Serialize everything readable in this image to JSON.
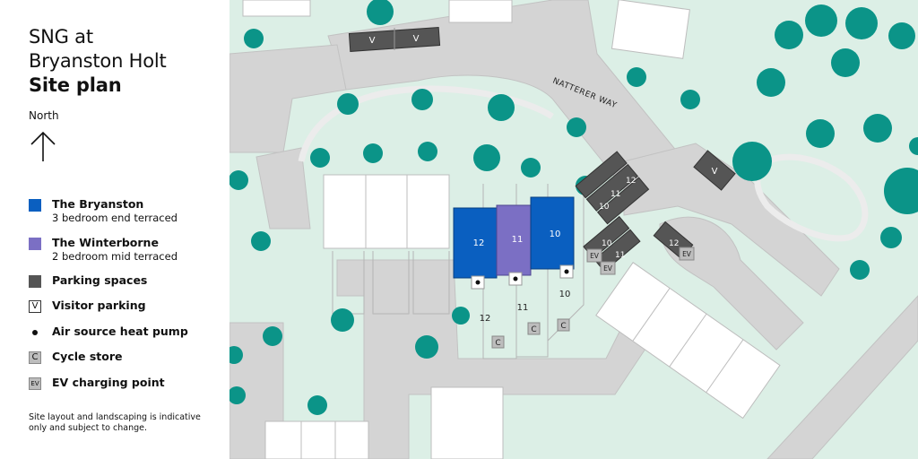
{
  "title": {
    "line1": "SNG at",
    "line2": "Bryanston Holt",
    "line3": "Site plan"
  },
  "north": {
    "label": "North",
    "icon": "north-arrow-icon"
  },
  "legend": {
    "bryanston": {
      "label": "The Bryanston",
      "sub": "3 bedroom end terraced",
      "color": "#0a5fc0"
    },
    "winterborne": {
      "label": "The Winterborne",
      "sub": "2 bedroom mid terraced",
      "color": "#7b6fc4"
    },
    "parking": {
      "label": "Parking spaces",
      "color": "#555555"
    },
    "visitor": {
      "label": "Visitor parking",
      "symbol": "V"
    },
    "ashp": {
      "label": "Air source heat pump"
    },
    "cycle": {
      "label": "Cycle store",
      "symbol": "C"
    },
    "ev": {
      "label": "EV charging point",
      "symbol": "EV"
    }
  },
  "disclaimer": "Site layout and landscaping is indicative only and subject to change.",
  "map": {
    "street_name": "NATTERER WAY",
    "plots": {
      "p12": "12",
      "p11": "11",
      "p10": "10"
    },
    "garden": {
      "g12": "12",
      "g11": "11",
      "g10": "10"
    },
    "parking_labels": {
      "a": "12",
      "b": "11",
      "c": "10",
      "d": "10",
      "e": "11",
      "f": "12"
    },
    "visitor_symbol": "V",
    "cycle_symbol": "C",
    "ev_symbol": "EV",
    "colors": {
      "grass": "#dcefe6",
      "road": "#d3d3d3",
      "tree": "#0b9488",
      "building": "#ffffff"
    }
  }
}
